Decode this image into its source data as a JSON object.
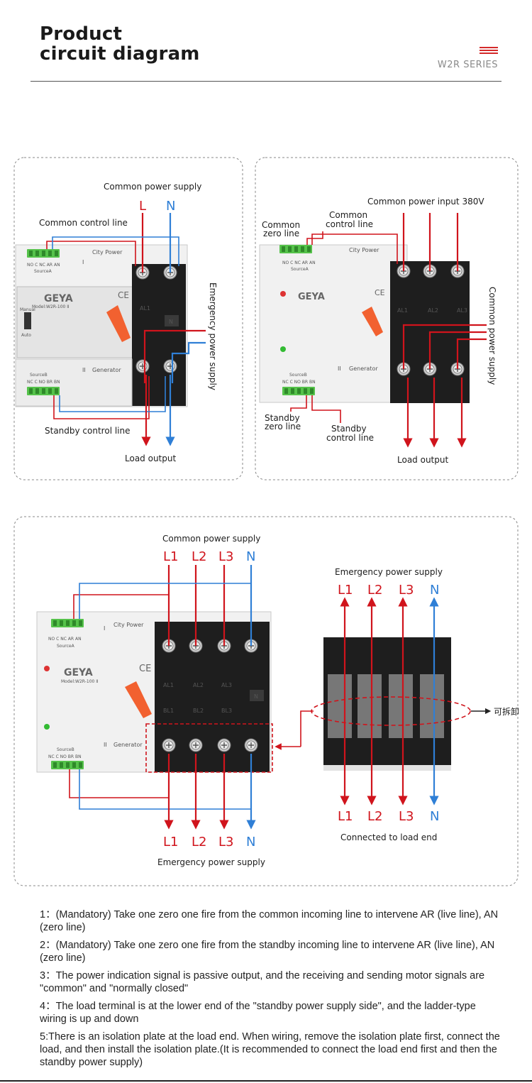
{
  "header": {
    "title_line1": "Product",
    "title_line2": "circuit diagram",
    "series": "W2R SERIES"
  },
  "colors": {
    "live": "#d0141c",
    "neutral": "#2f7fd6",
    "accent": "#d42a2a",
    "green_terminal": "#55c24a"
  },
  "panel1": {
    "common_supply": "Common power supply",
    "L": "L",
    "N": "N",
    "common_control": "Common control line",
    "emergency": "Emergency power supply",
    "standby_control": "Standby control line",
    "load_output": "Load output"
  },
  "panel2": {
    "common_input": "Common power input 380V",
    "common_zero_1": "Common",
    "common_zero_2": "zero line",
    "common_control_1": "Common",
    "common_control_2": "control line",
    "emergency": "Common power supply",
    "standby_zero_1": "Standby",
    "standby_zero_2": "zero line",
    "standby_control_1": "Standby",
    "standby_control_2": "control line",
    "load_output": "Load output"
  },
  "panel3": {
    "common_supply": "Common power supply",
    "phases": [
      "L1",
      "L2",
      "L3",
      "N"
    ],
    "emergency_bottom": "Emergency power supply",
    "emergency_top": "Emergency power supply",
    "removable": "可拆卸",
    "connected_load": "Connected to load end"
  },
  "device": {
    "brand": "GEYA",
    "model": "Model:W2R-100  Ⅱ",
    "city_power": "City Power",
    "generator": "Generator",
    "source_a": "SourceA",
    "source_b": "SourceB",
    "terminals_a": "NO C NC AR AN",
    "terminals_b": "NC C NO BR BN",
    "al": [
      "AL1",
      "AL2",
      "AL3"
    ],
    "bl": [
      "BL1",
      "BL2",
      "BL3"
    ],
    "n": "N",
    "manual": "Manual",
    "auto": "Auto",
    "roman1": "I",
    "roman2": "II",
    "ce": "CE"
  },
  "notes": [
    "1：(Mandatory) Take one zero one fire from the common incoming line to intervene AR (live line), AN (zero line)",
    "2：(Mandatory) Take one zero one fire from the standby incoming line to intervene AR (live line), AN (zero line)",
    "3：The power indication signal is passive output, and the receiving and sending motor signals are \"common\" and \"normally closed\"",
    "4：The load terminal is at the lower end of the \"standby power supply side\", and the ladder-type wiring is up and down",
    "5:There is an isolation plate at the load end. When wiring, remove the isolation plate first, connect the load, and then install the isolation plate.(It is recommended to connect the load end first and then the standby power supply)"
  ]
}
